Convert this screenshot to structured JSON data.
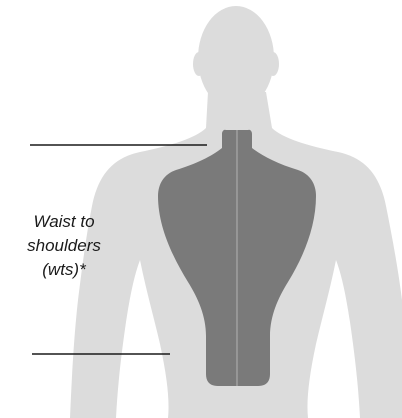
{
  "diagram": {
    "measurement_label": {
      "line1": "Waist to",
      "line2": "shoulders",
      "line3": "(wts)*"
    },
    "colors": {
      "body": "#dcdcdc",
      "garment_panel": "#7a7a7a",
      "center_seam": "#aaaaaa",
      "guide_line": "#1a1a1a"
    }
  }
}
